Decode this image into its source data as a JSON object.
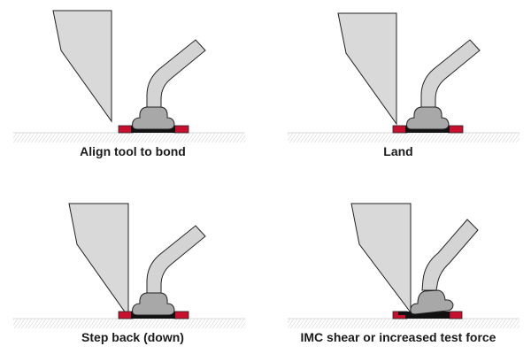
{
  "colors": {
    "tool": "#d9d9d9",
    "wire": "#d4d4d4",
    "ball": "#a8a8a8",
    "pad": "#c8102e",
    "imc": "#111111",
    "hatch": "#c4c4c4",
    "outline": "#222222"
  },
  "panels": [
    {
      "caption": "Align tool to bond"
    },
    {
      "caption": "Land"
    },
    {
      "caption": "Step back (down)"
    },
    {
      "caption": "IMC shear or increased test force"
    }
  ]
}
